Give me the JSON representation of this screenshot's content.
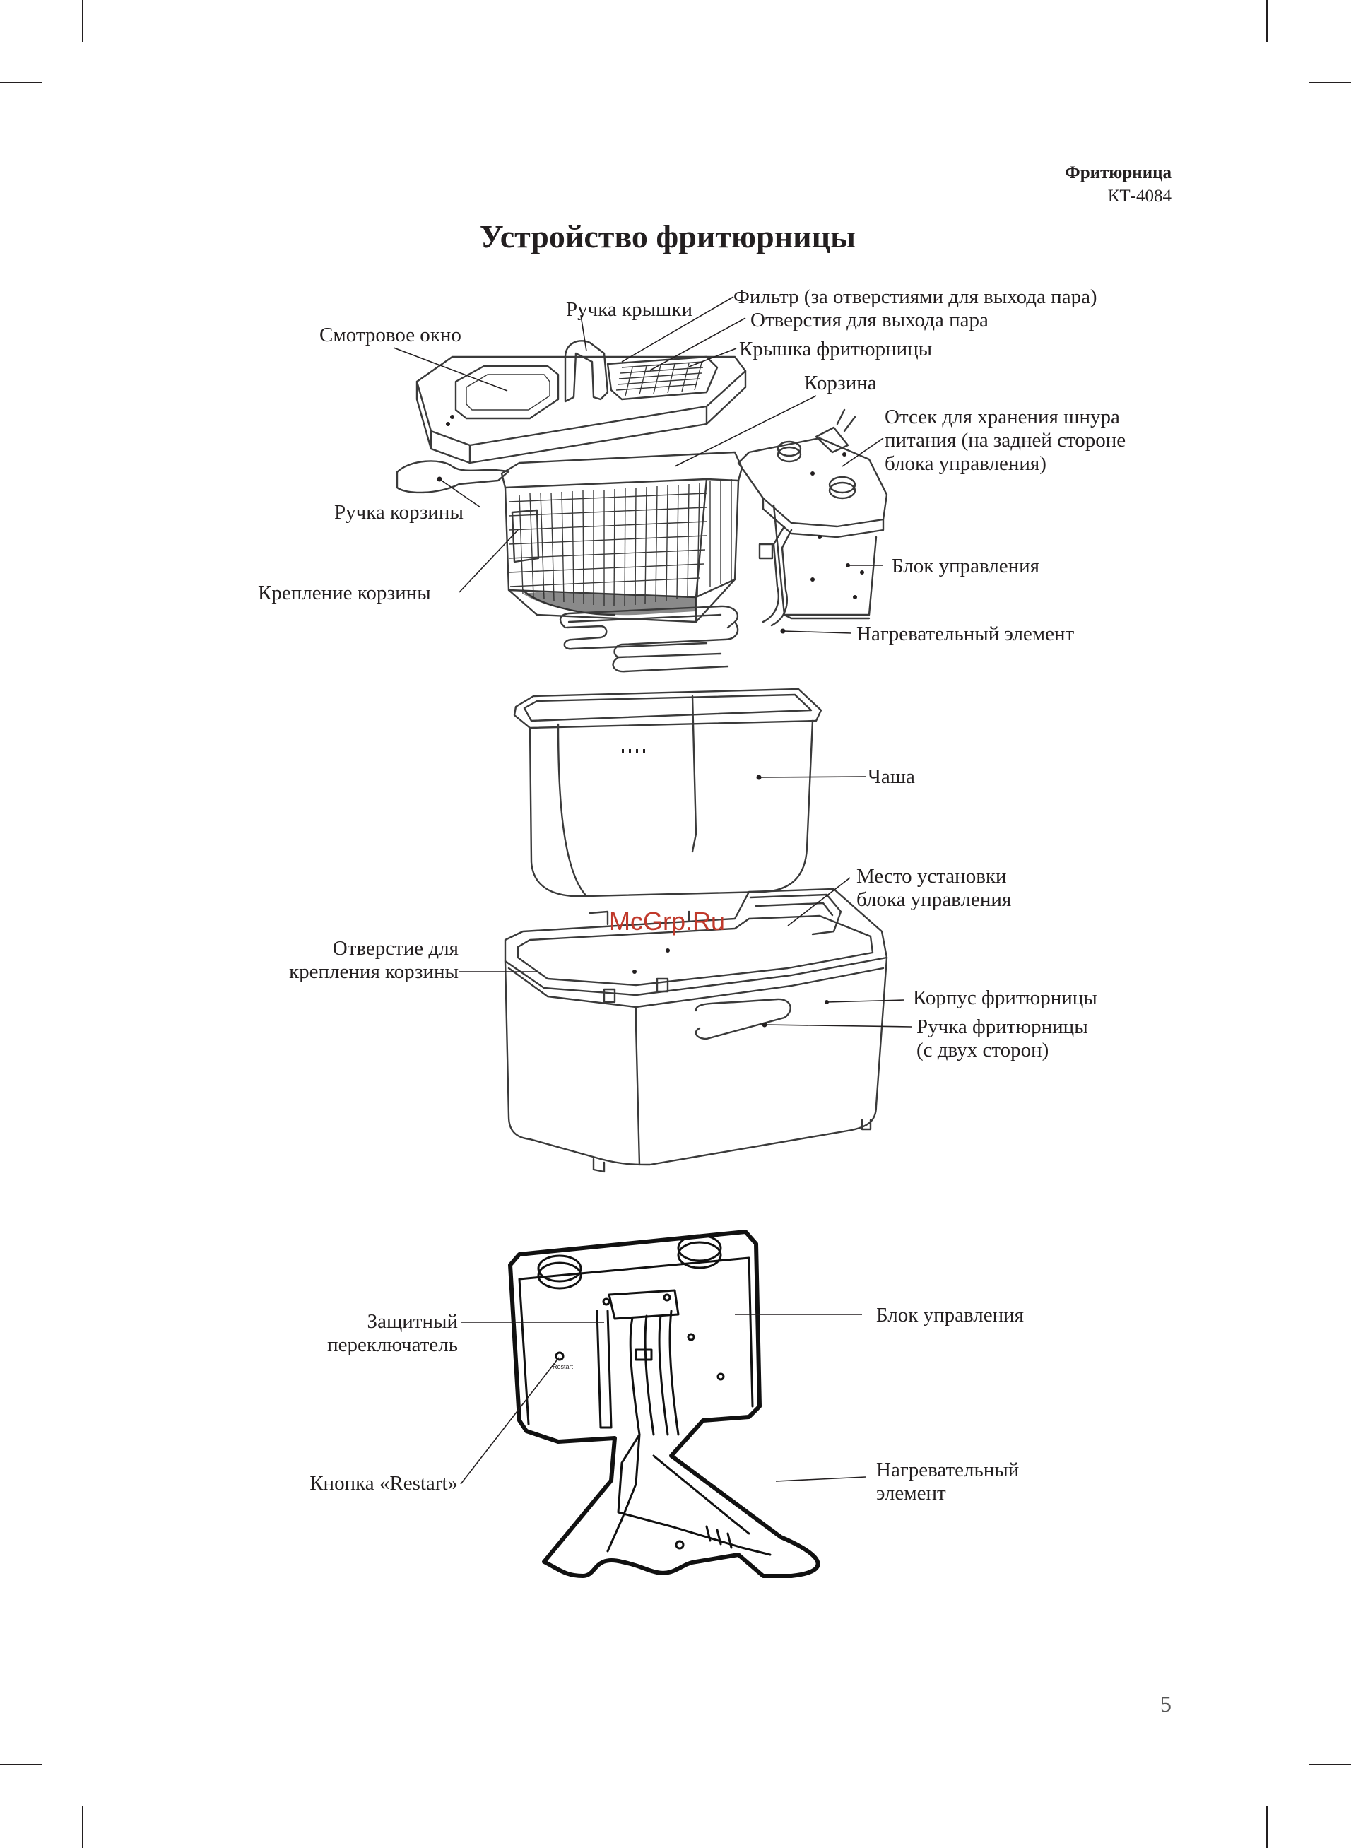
{
  "header": {
    "product": "Фритюрница",
    "model": "КТ-4084"
  },
  "title": "Устройство фритюрницы",
  "watermark": "McGrp.Ru",
  "labels": {
    "lid_handle": "Ручка крышки",
    "filter": "Фильтр (за отверстиями для выхода пара)",
    "steam_holes": "Отверстия для выхода пара",
    "lid": "Крышка фритюрницы",
    "window": "Смотровое окно",
    "basket": "Корзина",
    "cord_storage": [
      "Отсек для хранения шнура",
      "питания (на задней стороне",
      "блока управления)"
    ],
    "basket_handle": "Ручка корзины",
    "basket_mount": "Крепление корзины",
    "control_unit": "Блок управления",
    "heating_element": "Нагревательный элемент",
    "bowl": "Чаша",
    "unit_seat": [
      "Место установки",
      "блока управления"
    ],
    "basket_hole": [
      "Отверстие для",
      "крепления корзины"
    ],
    "body": "Корпус фритюрницы",
    "fryer_handle": [
      "Ручка фритюрницы",
      "(с двух сторон)"
    ],
    "safety_switch": [
      "Защитный",
      "переключатель"
    ],
    "restart_button": "Кнопка «Restart»",
    "control_unit_2": "Блок управления",
    "heating_element_2": [
      "Нагревательный",
      "элемент"
    ],
    "restart_small": "Restart"
  },
  "page_number": "5"
}
